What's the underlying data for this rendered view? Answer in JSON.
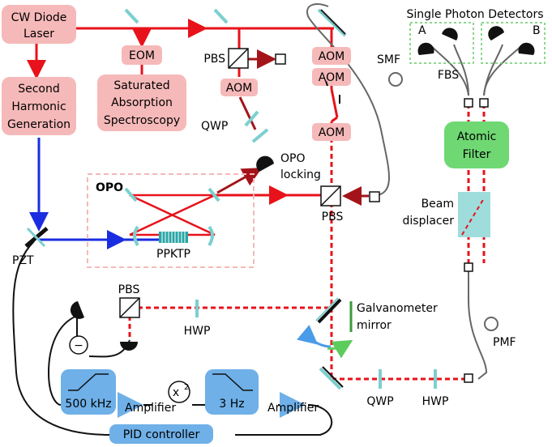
{
  "colors": {
    "beam_red": "#e8121a",
    "beam_blue": "#1a2de0",
    "dark_red": "#a3141a",
    "pink_box": "#f6b9b9",
    "green_box": "#6fd873",
    "blue_box": "#6fb0e8",
    "optic_teal": "#7ccfcf",
    "detector_black": "#111111",
    "detector_group_border": "#66cc66"
  },
  "labels": {
    "cw_diode_laser": [
      "CW Diode",
      "Laser"
    ],
    "second_harmonic": [
      "Second",
      "Harmonic",
      "Generation"
    ],
    "eom": "EOM",
    "sas": [
      "Saturated",
      "Absorption",
      "Spectroscopy"
    ],
    "pbs_top": "PBS",
    "aom_1": "AOM",
    "aom_2": "AOM",
    "aom_3": "AOM",
    "aom_4": "AOM",
    "qwp_top": "QWP",
    "smf": "SMF",
    "single_photon_detectors": "Single Photon Detectors",
    "detector_a": "A",
    "detector_b": "B",
    "fbs": "FBS",
    "atomic_filter": [
      "Atomic",
      "Filter"
    ],
    "beam_displacer": [
      "Beam",
      "displacer"
    ],
    "opo": "OPO",
    "opo_locking": [
      "OPO",
      "locking"
    ],
    "pbs_mid": "PBS",
    "pzt": "PZT",
    "ppktp": "PPKTP",
    "pbs_bottom": "PBS",
    "hwp_left": "HWP",
    "galvanometer_mirror": [
      "Galvanometer",
      "mirror"
    ],
    "pmf": "PMF",
    "minus": "−",
    "lowpass_500k": "500 kHz",
    "amplifier_1": "Amplifier",
    "square": "x",
    "square_exp": "2",
    "highpass_3hz": "3 Hz",
    "amplifier_2": "Amplifier",
    "qwp_bottom": "QWP",
    "hwp_bottom": "HWP",
    "pid_controller": "PID controller"
  }
}
